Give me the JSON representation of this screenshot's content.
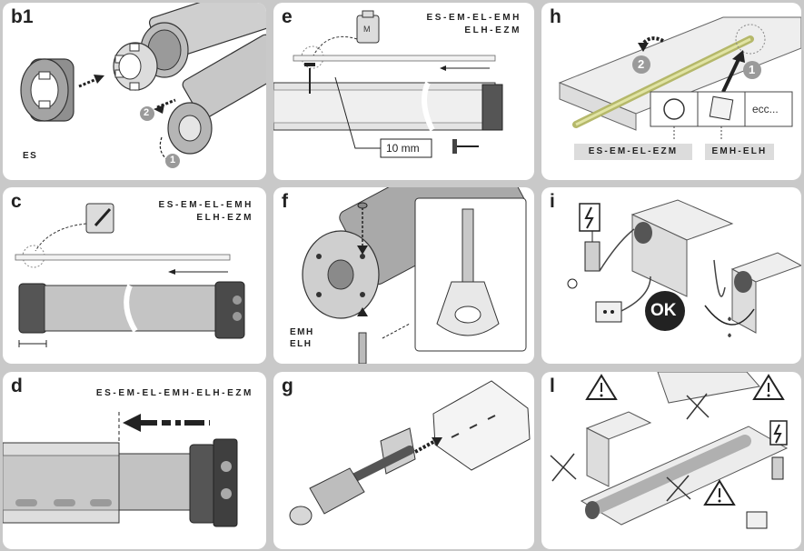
{
  "panels": {
    "b1": {
      "label": "b1",
      "model": "ES",
      "step1": "1",
      "step2": "2"
    },
    "e": {
      "label": "e",
      "codes_line1": "ES-EM-EL-EMH",
      "codes_line2": "ELH-EZM",
      "measure": "10 mm",
      "marker_letter": "M"
    },
    "h": {
      "label": "h",
      "step1": "1",
      "step2": "2",
      "etc": "ecc...",
      "tag_left": "ES-EM-EL-EZM",
      "tag_right": "EMH-ELH"
    },
    "c": {
      "label": "c",
      "codes_line1": "ES-EM-EL-EMH",
      "codes_line2": "ELH-EZM"
    },
    "f": {
      "label": "f",
      "models_line1": "EMH",
      "models_line2": "ELH"
    },
    "i": {
      "label": "i",
      "ok": "OK"
    },
    "d": {
      "label": "d",
      "codes": "ES-EM-EL-EMH-ELH-EZM"
    },
    "g": {
      "label": "g"
    },
    "l": {
      "label": "l"
    }
  },
  "colors": {
    "background": "#c9c9c9",
    "panel": "#ffffff",
    "ink": "#222222",
    "tube": "#b8b8b8",
    "tag": "#dcdcdc"
  }
}
